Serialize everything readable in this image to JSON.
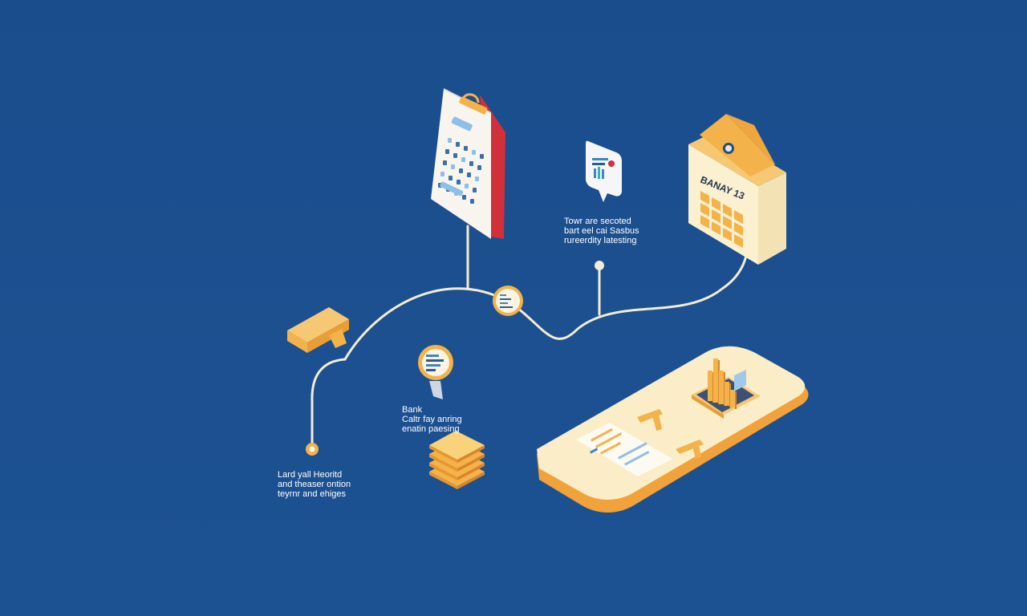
{
  "scene": {
    "background": "#1b4f8e",
    "line_color": "#f4ecd6",
    "accent_orange": "#f4b24a",
    "accent_light": "#f9e3ad",
    "accent_red": "#d1303b",
    "label_color": "#ffffff"
  },
  "labels": {
    "top_note": "Towr are secoted\nbart eel cai Sasbus\nrureerdity latesting",
    "mid_note": "Bank\nCaltr fay anring\nenatin paesing",
    "left_note": "Lard yall Heoritd\nand theaser ontion\nteyrnr and ehiges"
  },
  "building": {
    "sign": "BANAY 13"
  },
  "icons": {
    "calendar": "calendar-icon",
    "building": "bank-building-icon",
    "chat": "chat-bubble-icon",
    "pin_badge": "location-pin-icon",
    "node_badge": "chart-badge-icon",
    "key": "key-icon",
    "stack": "coin-stack-icon",
    "platform": "dashboard-platform-icon"
  }
}
